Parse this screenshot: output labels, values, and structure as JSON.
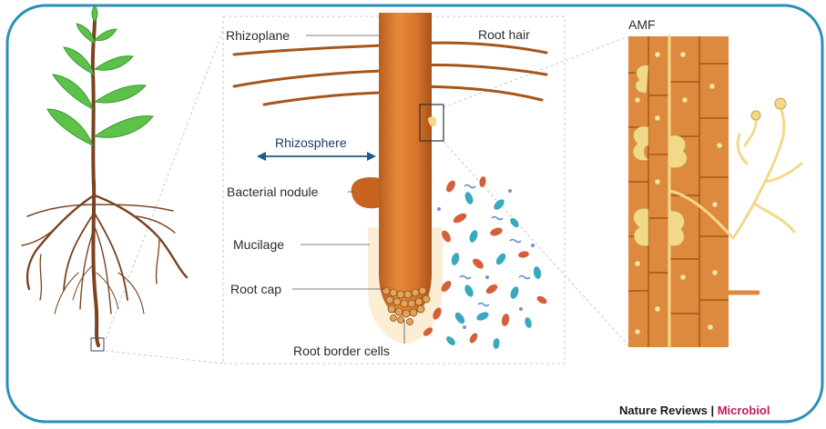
{
  "labels": {
    "rhizoplane": "Rhizoplane",
    "root_hair": "Root hair",
    "rhizosphere": "Rhizosphere",
    "bacterial_nodule": "Bacterial nodule",
    "mucilage": "Mucilage",
    "root_cap": "Root cap",
    "root_border_cells": "Root border cells",
    "amf": "AMF"
  },
  "credit": {
    "journal": "Nature Reviews",
    "separator": " | ",
    "section": "Microbiol"
  },
  "colors": {
    "frame": "#2a90b5",
    "root": "#d9762c",
    "root_dark": "#a8551a",
    "leaf": "#5cc24a",
    "stem": "#7a4320",
    "hypha": "#f2d98a",
    "rhizosphere_arrow": "#1e5a8a",
    "credit_accent": "#c2185b"
  }
}
